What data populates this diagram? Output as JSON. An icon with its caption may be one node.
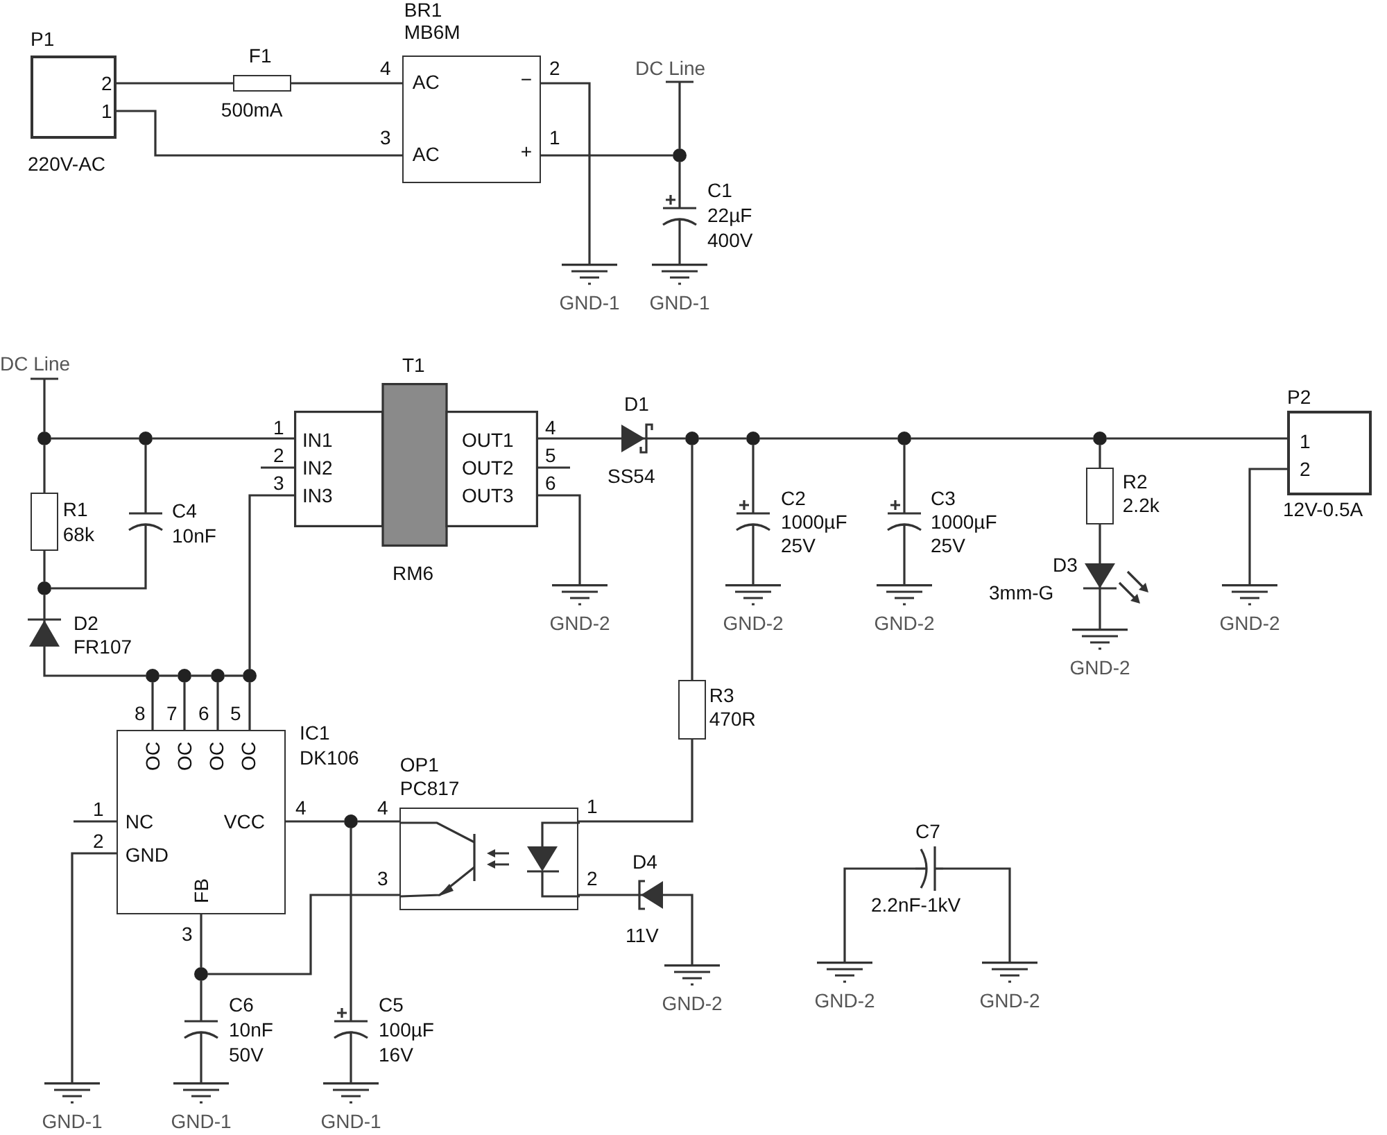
{
  "diagram": {
    "nodes": [
      {
        "text": [
          "P1",
          "220V-AC"
        ]
      },
      {
        "text": [
          "F1",
          "500mA"
        ]
      },
      {
        "text": [
          "BR1",
          "MB6M",
          "AC",
          "−",
          "AC",
          "+"
        ]
      },
      {
        "text": [
          "DC Line"
        ]
      },
      {
        "text": [],
        "shape": "circle"
      },
      {
        "text": [
          "C1",
          "22µF",
          "400V"
        ]
      },
      {
        "text": [
          "GND-1"
        ]
      },
      {
        "text": [
          "GND-1"
        ]
      },
      {
        "text": [
          "DC Line"
        ]
      },
      {
        "text": [],
        "shape": "circle"
      },
      {
        "text": [],
        "shape": "circle"
      },
      {
        "text": [
          "T1",
          "IN1",
          "IN2",
          "IN3",
          "OUT1",
          "OUT2",
          "OUT3",
          "RM6"
        ]
      },
      {
        "text": [
          "R1",
          "68k"
        ]
      },
      {
        "text": [
          "C4",
          "10nF"
        ]
      },
      {
        "text": [],
        "shape": "circle"
      },
      {
        "text": [
          "D2",
          "FR107"
        ]
      },
      {
        "text": [],
        "shape": "circle"
      },
      {
        "text": [],
        "shape": "circle"
      },
      {
        "text": [],
        "shape": "circle"
      },
      {
        "text": [],
        "shape": "circle"
      },
      {
        "text": [
          "D1",
          "SS54"
        ]
      },
      {
        "text": [],
        "shape": "circle"
      },
      {
        "text": [],
        "shape": "circle"
      },
      {
        "text": [],
        "shape": "circle"
      },
      {
        "text": [],
        "shape": "circle"
      },
      {
        "text": [
          "P2",
          "12V-0.5A"
        ]
      },
      {
        "text": [
          "C2",
          "1000µF",
          "25V"
        ]
      },
      {
        "text": [
          "C3",
          "1000µF",
          "25V"
        ]
      },
      {
        "text": [
          "R2",
          "2.2k"
        ]
      },
      {
        "text": [
          "D3",
          "3mm-G"
        ]
      },
      {
        "text": [
          "GND-2"
        ]
      },
      {
        "text": [
          "GND-2"
        ]
      },
      {
        "text": [
          "GND-2"
        ]
      },
      {
        "text": [
          "GND-2"
        ]
      },
      {
        "text": [
          "GND-2"
        ]
      },
      {
        "text": [
          "OC",
          "OC",
          "OC",
          "OC",
          "NC",
          "VCC",
          "GND",
          "FB"
        ],
        "beside": [
          "IC1",
          "DK106"
        ]
      },
      {
        "text": [
          "R3",
          "470R"
        ]
      },
      {
        "text": [
          "OP1",
          "PC817"
        ]
      },
      {
        "text": [],
        "shape": "circle"
      },
      {
        "text": [
          "D4",
          "11V"
        ]
      },
      {
        "text": [
          "C7",
          "2.2nF-1kV"
        ]
      },
      {
        "text": [],
        "shape": "circle"
      },
      {
        "text": [
          "GND-2"
        ]
      },
      {
        "text": [
          "C6",
          "10nF",
          "50V"
        ]
      },
      {
        "text": [
          "C5",
          "100µF",
          "16V"
        ]
      },
      {
        "text": [
          "GND-2"
        ]
      },
      {
        "text": [
          "GND-2"
        ]
      },
      {
        "text": [
          "GND-1"
        ]
      },
      {
        "text": [
          "GND-1"
        ]
      },
      {
        "text": [
          "GND-1"
        ]
      }
    ],
    "edges": [
      {
        "from": 0,
        "to": 1,
        "arrow": "none"
      },
      {
        "from": 1,
        "to": 2,
        "arrow": "none"
      },
      {
        "from": 0,
        "to": 2,
        "arrow": "none"
      },
      {
        "from": 2,
        "to": 6,
        "arrow": "none"
      },
      {
        "from": 2,
        "to": 4,
        "arrow": "none"
      },
      {
        "from": 3,
        "to": 4,
        "arrow": "none"
      },
      {
        "from": 4,
        "to": 5,
        "arrow": "none"
      },
      {
        "from": 5,
        "to": 7,
        "arrow": "none"
      },
      {
        "from": 8,
        "to": 9,
        "arrow": "none"
      },
      {
        "from": 9,
        "to": 10,
        "arrow": "none"
      },
      {
        "from": 10,
        "to": 11,
        "arrow": "none"
      },
      {
        "from": 9,
        "to": 12,
        "arrow": "none"
      },
      {
        "from": 10,
        "to": 13,
        "arrow": "none"
      },
      {
        "from": 12,
        "to": 14,
        "arrow": "none"
      },
      {
        "from": 13,
        "to": 14,
        "arrow": "none"
      },
      {
        "from": 14,
        "to": 15,
        "arrow": "none"
      },
      {
        "from": 15,
        "to": 16,
        "arrow": "none"
      },
      {
        "from": 16,
        "to": 17,
        "arrow": "none"
      },
      {
        "from": 17,
        "to": 18,
        "arrow": "none"
      },
      {
        "from": 18,
        "to": 19,
        "arrow": "none"
      },
      {
        "from": 11,
        "to": 19,
        "arrow": "none"
      },
      {
        "from": 16,
        "to": 35,
        "arrow": "none"
      },
      {
        "from": 17,
        "to": 35,
        "arrow": "none"
      },
      {
        "from": 18,
        "to": 35,
        "arrow": "none"
      },
      {
        "from": 19,
        "to": 35,
        "arrow": "none"
      },
      {
        "from": 11,
        "to": 20,
        "arrow": "none"
      },
      {
        "from": 11,
        "to": 30,
        "arrow": "none"
      },
      {
        "from": 20,
        "to": 21,
        "arrow": "none"
      },
      {
        "from": 21,
        "to": 22,
        "arrow": "none"
      },
      {
        "from": 22,
        "to": 23,
        "arrow": "none"
      },
      {
        "from": 23,
        "to": 24,
        "arrow": "none"
      },
      {
        "from": 24,
        "to": 25,
        "arrow": "none"
      },
      {
        "from": 22,
        "to": 26,
        "arrow": "none"
      },
      {
        "from": 23,
        "to": 27,
        "arrow": "none"
      },
      {
        "from": 24,
        "to": 28,
        "arrow": "none"
      },
      {
        "from": 26,
        "to": 31,
        "arrow": "none"
      },
      {
        "from": 27,
        "to": 32,
        "arrow": "none"
      },
      {
        "from": 28,
        "to": 29,
        "arrow": "none"
      },
      {
        "from": 29,
        "to": 34,
        "arrow": "none"
      },
      {
        "from": 25,
        "to": 33,
        "arrow": "none"
      },
      {
        "from": 21,
        "to": 36,
        "arrow": "none"
      },
      {
        "from": 35,
        "to": 38,
        "arrow": "none"
      },
      {
        "from": 38,
        "to": 37,
        "arrow": "none"
      },
      {
        "from": 36,
        "to": 37,
        "arrow": "none"
      },
      {
        "from": 37,
        "to": 39,
        "arrow": "none"
      },
      {
        "from": 39,
        "to": 42,
        "arrow": "none"
      },
      {
        "from": 35,
        "to": 47,
        "arrow": "none"
      },
      {
        "from": 35,
        "to": 41,
        "arrow": "none"
      },
      {
        "from": 41,
        "to": 37,
        "arrow": "none"
      },
      {
        "from": 41,
        "to": 43,
        "arrow": "none"
      },
      {
        "from": 38,
        "to": 44,
        "arrow": "none"
      },
      {
        "from": 43,
        "to": 48,
        "arrow": "none"
      },
      {
        "from": 44,
        "to": 49,
        "arrow": "none"
      },
      {
        "from": 45,
        "to": 40,
        "arrow": "none"
      },
      {
        "from": 40,
        "to": 46,
        "arrow": "none"
      }
    ],
    "labels": [
      "2",
      "1",
      "4",
      "2",
      "3",
      "1",
      "1",
      "4",
      "2",
      "5",
      "3",
      "6",
      "1",
      "2",
      "8",
      "7",
      "6",
      "5",
      "1",
      "4",
      "4",
      "1",
      "2",
      "3",
      "2",
      "3"
    ]
  }
}
